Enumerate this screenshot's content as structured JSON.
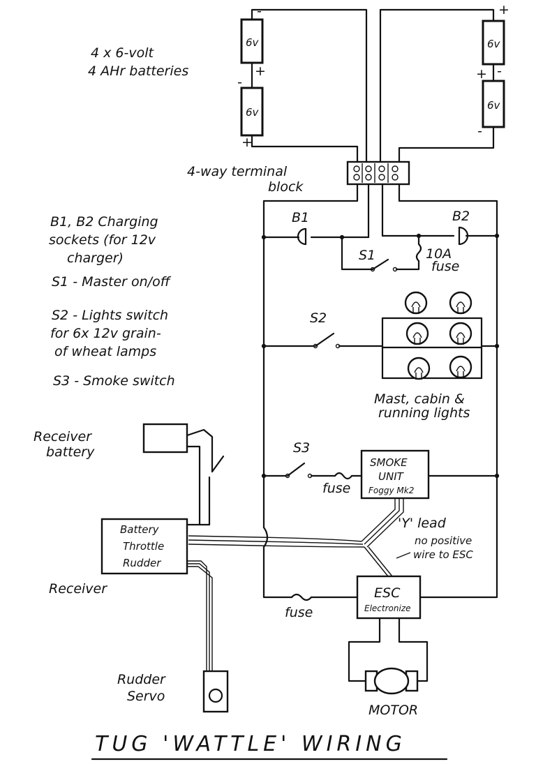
{
  "title": "TUG 'WATTLE' WIRING",
  "batteries": {
    "note_line1": "4 x 6-volt",
    "note_line2": "4 AHr batteries",
    "cell_label": "6v",
    "plus": "+",
    "minus": "-"
  },
  "terminal_block": {
    "line1": "4-way terminal",
    "line2": "block"
  },
  "legend": {
    "b_line1": "B1, B2 Charging",
    "b_line2": "sockets (for 12v",
    "b_line3": "charger)",
    "s1": "S1 - Master on/off",
    "s2_line1": "S2 - Lights switch",
    "s2_line2": "for 6x 12v grain-",
    "s2_line3": "of wheat lamps",
    "s3": "S3 - Smoke switch"
  },
  "labels": {
    "b1": "B1",
    "b2": "B2",
    "s1": "S1",
    "s2": "S2",
    "s3": "S3",
    "fuse_10a_line1": "10A",
    "fuse_10a_line2": "fuse",
    "fuse_smoke": "fuse",
    "fuse_esc": "fuse",
    "lights_line1": "Mast, cabin &",
    "lights_line2": "running lights",
    "smoke_line1": "SMOKE",
    "smoke_line2": "UNIT",
    "smoke_line3": "Foggy Mk2",
    "y_lead": "'Y' lead",
    "no_pos_line1": "no positive",
    "no_pos_line2": "wire to ESC",
    "esc_line1": "ESC",
    "esc_line2": "Electronize",
    "motor": "MOTOR",
    "receiver_battery_line1": "Receiver",
    "receiver_battery_line2": "battery",
    "receiver": "Receiver",
    "rx_battery": "Battery",
    "rx_throttle": "Throttle",
    "rx_rudder": "Rudder",
    "servo_line1": "Rudder",
    "servo_line2": "Servo"
  }
}
